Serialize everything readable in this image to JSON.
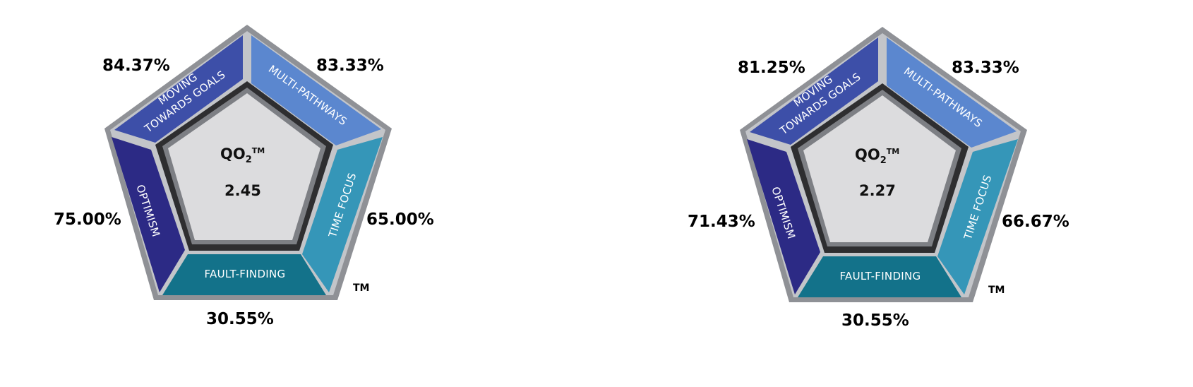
{
  "diagrams": [
    {
      "center_title": "QO",
      "center_sub": "2",
      "center_sup": "TM",
      "center_value": "2.45",
      "trademark": "TM",
      "segments": {
        "moving": {
          "line1": "MOVING",
          "line2": "TOWARDS GOALS",
          "percent": "84.37%"
        },
        "multi": {
          "label": "MULTI-PATHWAYS",
          "percent": "83.33%"
        },
        "time": {
          "label": "TIME FOCUS",
          "percent": "65.00%"
        },
        "fault": {
          "label": "FAULT-FINDING",
          "percent": "30.55%"
        },
        "optimism": {
          "label": "OPTIMISM",
          "percent": "75.00%"
        }
      }
    },
    {
      "center_title": "QO",
      "center_sub": "2",
      "center_sup": "TM",
      "center_value": "2.27",
      "trademark": "TM",
      "segments": {
        "moving": {
          "line1": "MOVING",
          "line2": "TOWARDS GOALS",
          "percent": "81.25%"
        },
        "multi": {
          "label": "MULTI-PATHWAYS",
          "percent": "83.33%"
        },
        "time": {
          "label": "TIME FOCUS",
          "percent": "66.67%"
        },
        "fault": {
          "label": "FAULT-FINDING",
          "percent": "30.55%"
        },
        "optimism": {
          "label": "OPTIMISM",
          "percent": "71.43%"
        }
      }
    }
  ],
  "colors": {
    "moving": "#3d4fa8",
    "multi": "#5b87cf",
    "time": "#3596b8",
    "fault": "#13728a",
    "optimism": "#2c2a85",
    "frame": "#8f9196",
    "center": "#dcdcde"
  }
}
